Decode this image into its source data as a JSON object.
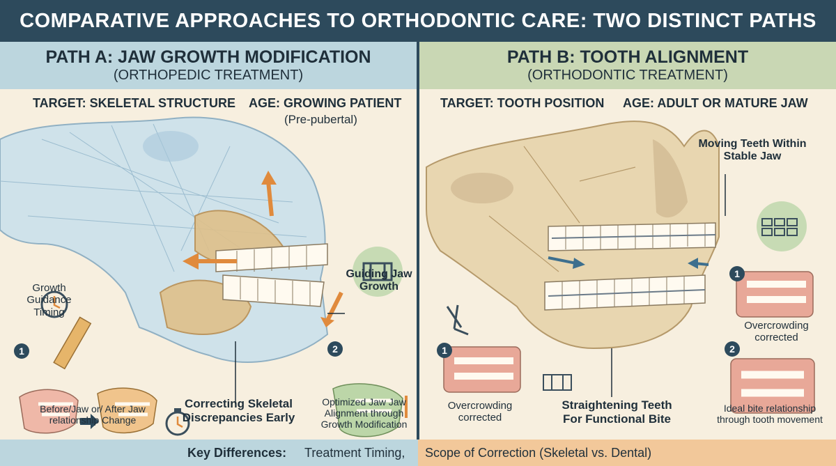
{
  "title": "COMPARATIVE APPROACHES TO ORTHODONTIC CARE: TWO DISTINCT PATHS",
  "path_a": {
    "title": "PATH A: JAW GROWTH MODIFICATION",
    "subtitle": "(ORTHOPEDIC TREATMENT)",
    "target": "TARGET: SKELETAL STRUCTURE",
    "age": "AGE: GROWING PATIENT",
    "age_note": "(Pre-pubertal)",
    "label_guiding": "Guiding Jaw Growth",
    "label_timing": "Growth Guidance Timing",
    "label_before_after": "Before/Jaw or/ After Jaw relationship Change",
    "label_correcting": "Correcting Skeletal Discrepancies Early",
    "label_optimized": "Optimized Jaw Jaw Alignment through Growth Modification",
    "badge_1": "1",
    "badge_2": "2"
  },
  "path_b": {
    "title": "PATH B: TOOTH ALIGNMENT",
    "subtitle": "(ORTHODONTIC TREATMENT)",
    "target": "TARGET: TOOTH POSITION",
    "age": "AGE: ADULT OR MATURE JAW",
    "label_moving": "Moving Teeth Within Stable Jaw",
    "label_overcrowding_right": "Overcrowding corrected",
    "label_overcrowding_left": "Overcrowding corrected",
    "label_straightening": "Straightening Teeth For Functional Bite",
    "label_ideal": "Ideal bite relationship through tooth movement",
    "badge_1": "1",
    "badge_2": "2",
    "badge_3": "1",
    "badge_4": "2"
  },
  "bottom": {
    "key_label": "Key Differences:",
    "text_left": "Treatment Timing,",
    "text_right": "Scope of Correction (Skeletal vs. Dental)"
  },
  "colors": {
    "header": "#2d4a5c",
    "panel_a_band": "#bcd6de",
    "panel_b_band": "#c9d7b4",
    "arrow_orange": "#e08a3c",
    "arrow_blue": "#3d6f8e",
    "bone": "#e8d6b0",
    "skull_blue": "#bcd9e8"
  }
}
